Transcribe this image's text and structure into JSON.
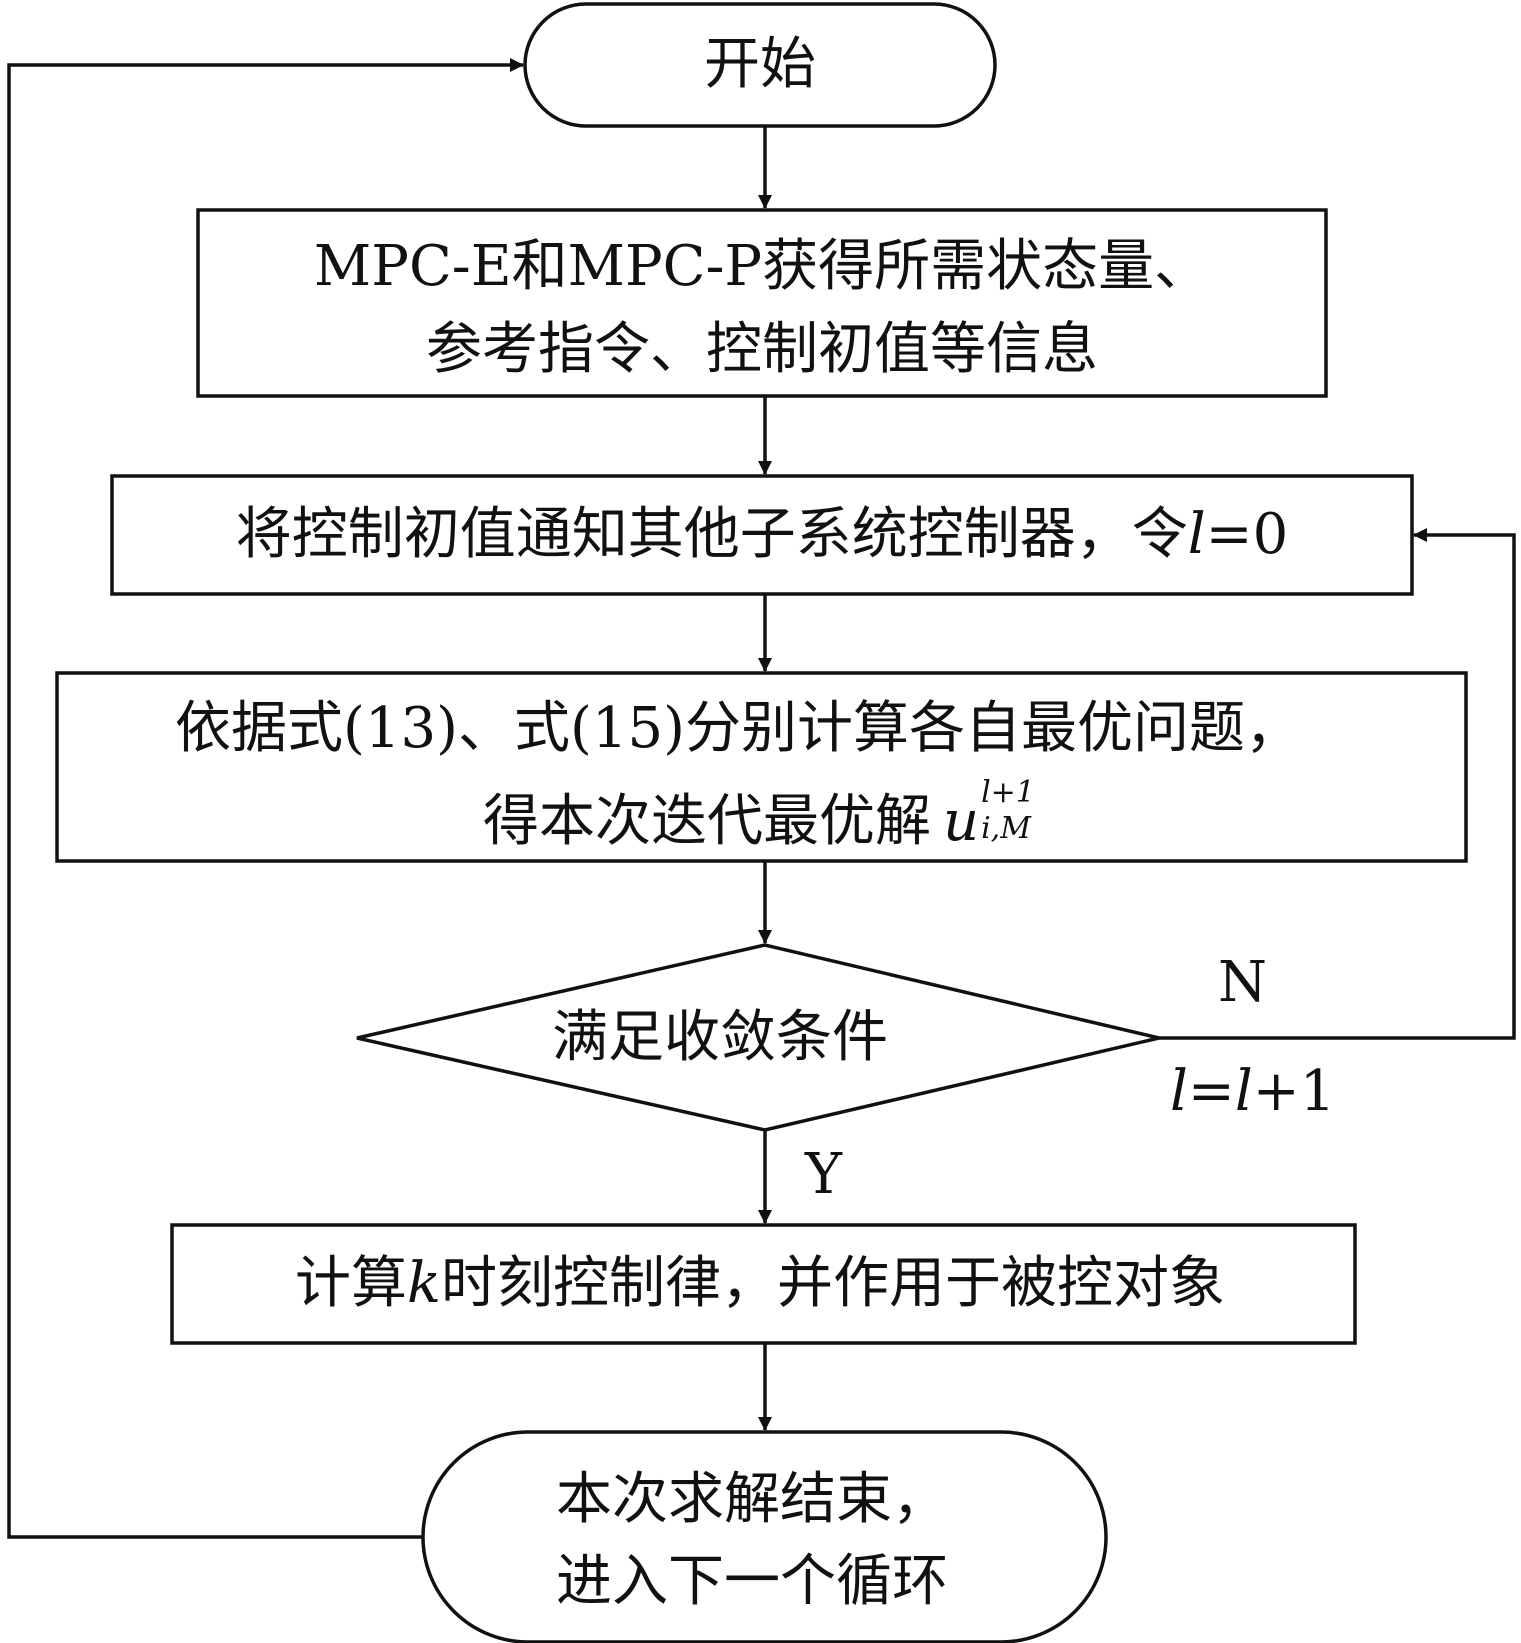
{
  "nodes": {
    "start": {
      "label": "开始"
    },
    "gather": {
      "line1": "MPC-E和MPC-P获得所需状态量、",
      "line2": "参考指令、控制初值等信息"
    },
    "notify": {
      "text": "将控制初值通知其他子系统控制器，令",
      "var": "l",
      "eq": "=0"
    },
    "compute": {
      "line1": "依据式(13)、式(15)分别计算各自最优问题，",
      "line2": "得本次迭代最优解",
      "sym": "u",
      "sup": "l+1",
      "sub": "i,M"
    },
    "decision": {
      "label": "满足收敛条件"
    },
    "control": {
      "pre": "计算",
      "var": "k",
      "post": "时刻控制律，并作用于被控对象"
    },
    "end": {
      "line1": "本次求解结束，",
      "line2": "进入下一个循环"
    }
  },
  "edges": {
    "no_label": "N",
    "yes_label": "Y",
    "increment": {
      "lhs": "l",
      "eq": "=",
      "rhs": "l",
      "tail": "+1"
    }
  },
  "colors": {
    "line": "#111111",
    "background": "#ffffff"
  }
}
